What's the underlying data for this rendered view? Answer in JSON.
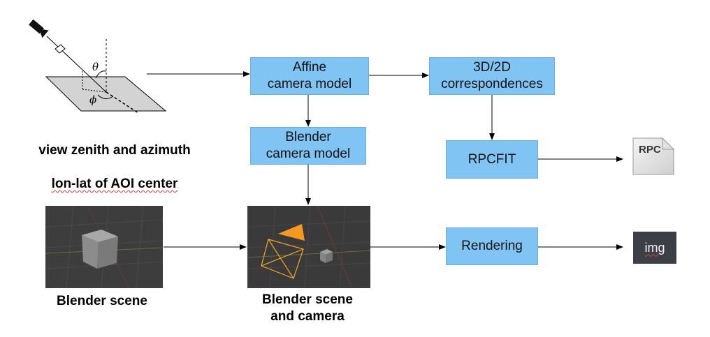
{
  "boxes": {
    "affine": "Affine\ncamera model",
    "correspondences": "3D/2D\ncorrespondences",
    "blender_camera": "Blender\ncamera model",
    "rpcfit": "RPCFIT",
    "rendering": "Rendering"
  },
  "labels": {
    "view_zenith_line1": "view zenith and azimuth",
    "view_zenith_line2": "lon-lat of AOI center",
    "blender_scene": "Blender scene",
    "blender_scene_camera": "Blender scene\nand camera"
  },
  "outputs": {
    "rpc": "RPC",
    "img": "img"
  },
  "geometry_symbols": {
    "theta": "θ",
    "phi": "ϕ"
  },
  "colors": {
    "box_fill": "#80c4f4",
    "thumb_bg": "#3a3a3a",
    "camera_orange": "#f59a1c"
  }
}
